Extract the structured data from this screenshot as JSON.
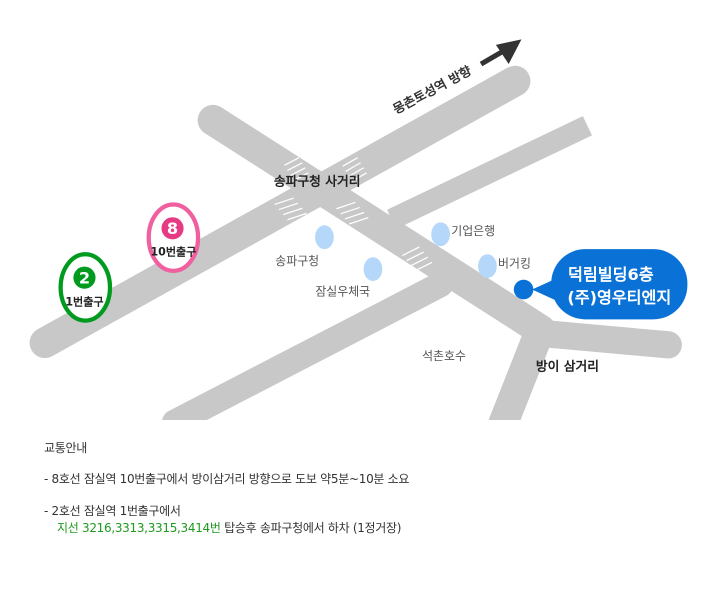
{
  "map": {
    "direction_label": "몽촌토성역 방향",
    "intersection_label": "송파구청 사거리",
    "junction_label": "방이 삼거리",
    "landmarks": [
      "송파구청",
      "잠실우체국",
      "기업은행",
      "버거킹",
      "석촌호수"
    ],
    "exits": [
      {
        "line": "2",
        "label": "1번출구",
        "color": "#009a1f"
      },
      {
        "line": "8",
        "label": "10번출구",
        "color": "#e63a83"
      }
    ],
    "destination": {
      "line1": "덕림빌딩6층",
      "line2": "(주)영우티엔지",
      "color": "#0a72d6"
    },
    "road_color": "#c8c8c8",
    "pin_color": "#b5d7fa"
  },
  "info": {
    "title": "교통안내",
    "route1": "- 8호선 잠실역 10번출구에서 방이삼거리 방향으로 도보 약5분~10분 소요",
    "route2": "- 2호선 잠실역 1번출구에서",
    "route2_bus": "지선 3216,3313,3315,3414번",
    "route2_rest": " 탑승후 송파구청에서 하차 (1정거장)"
  }
}
